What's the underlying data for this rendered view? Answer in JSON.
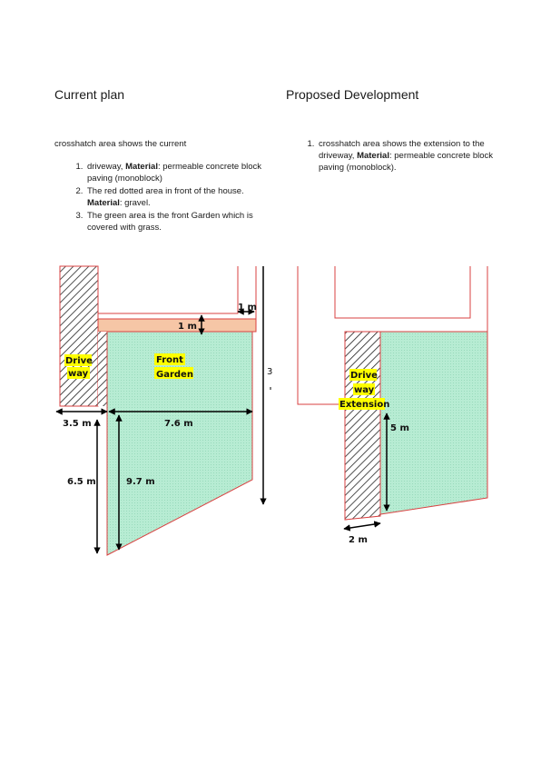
{
  "current": {
    "heading": "Current plan",
    "intro": "crosshatch area shows the current",
    "items": [
      {
        "pre": "driveway, ",
        "bold": "Material",
        "post": ": permeable concrete block paving (monoblock)"
      },
      {
        "pre": "The red dotted area in front of the house. ",
        "bold": "Material",
        "post": ": gravel."
      },
      {
        "pre": "The green area is the front Garden which is covered with grass.",
        "bold": "",
        "post": ""
      }
    ]
  },
  "proposed": {
    "heading": "Proposed Development",
    "items": [
      {
        "pre": "crosshatch area shows the extension to the driveway, ",
        "bold": "Material",
        "post": ": permeable concrete block paving (monoblock)."
      }
    ]
  },
  "plan_left": {
    "dim_1m_top": "1 m",
    "dim_1m_strip": "1 m",
    "driveway_label_1": "Drive",
    "driveway_label_2": "way",
    "garden_label_1": "Front",
    "garden_label_2": "Garden",
    "dim_3_5": "3.5 m",
    "dim_7_6": "7.6 m",
    "dim_6_5": "6.5 m",
    "dim_9_7": "9.7 m",
    "cut_off_text": "3"
  },
  "plan_right": {
    "driveway_label_1": "Drive",
    "driveway_label_2": "way",
    "driveway_label_3": "Extension",
    "dim_5": "5 m",
    "dim_2": "2 m"
  },
  "colors": {
    "garden": "#b7ecd3",
    "strip": "#f6c6a6",
    "outline": "#d94040",
    "highlight": "#ffff00"
  }
}
